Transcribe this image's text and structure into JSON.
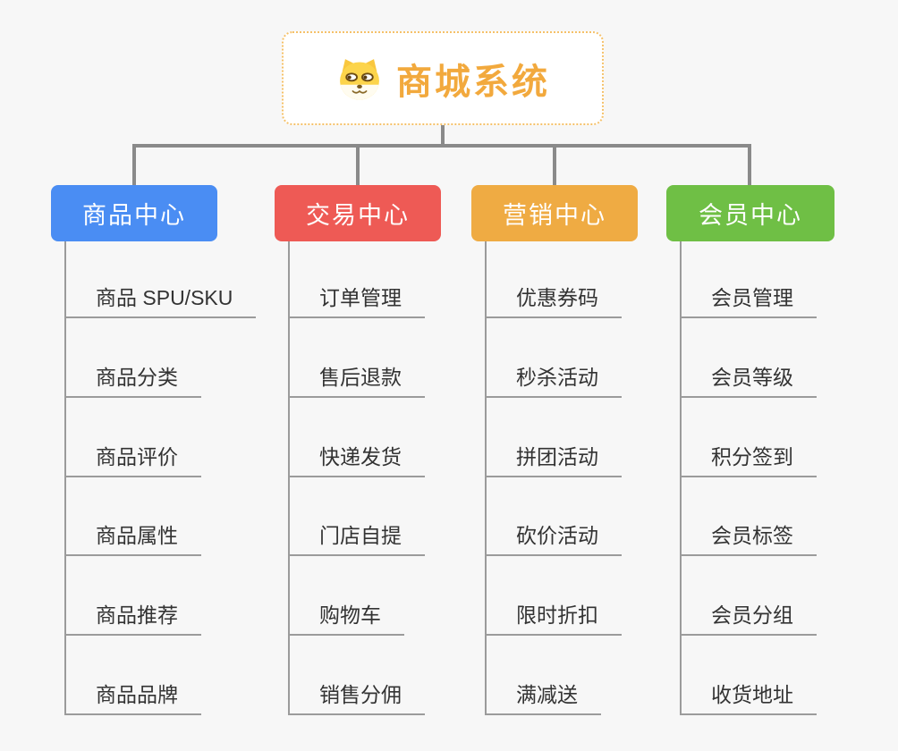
{
  "root": {
    "title": "商城系统",
    "icon": "dog-face-icon"
  },
  "branches": [
    {
      "label": "商品中心",
      "color": "#4a8df3",
      "items": [
        "商品 SPU/SKU",
        "商品分类",
        "商品评价",
        "商品属性",
        "商品推荐",
        "商品品牌"
      ]
    },
    {
      "label": "交易中心",
      "color": "#ee5a55",
      "items": [
        "订单管理",
        "售后退款",
        "快递发货",
        "门店自提",
        "购物车",
        "销售分佣"
      ]
    },
    {
      "label": "营销中心",
      "color": "#efab43",
      "items": [
        "优惠券码",
        "秒杀活动",
        "拼团活动",
        "砍价活动",
        "限时折扣",
        "满减送"
      ]
    },
    {
      "label": "会员中心",
      "color": "#6fbf45",
      "items": [
        "会员管理",
        "会员等级",
        "积分签到",
        "会员标签",
        "会员分组",
        "收货地址"
      ]
    }
  ],
  "colors": {
    "background": "#f7f7f7",
    "accent": "#f2a93d",
    "root-border": "#f5c169",
    "connector": "#8a8a8a",
    "leaf-line": "#9b9b9b",
    "leaf-text": "#333333"
  }
}
